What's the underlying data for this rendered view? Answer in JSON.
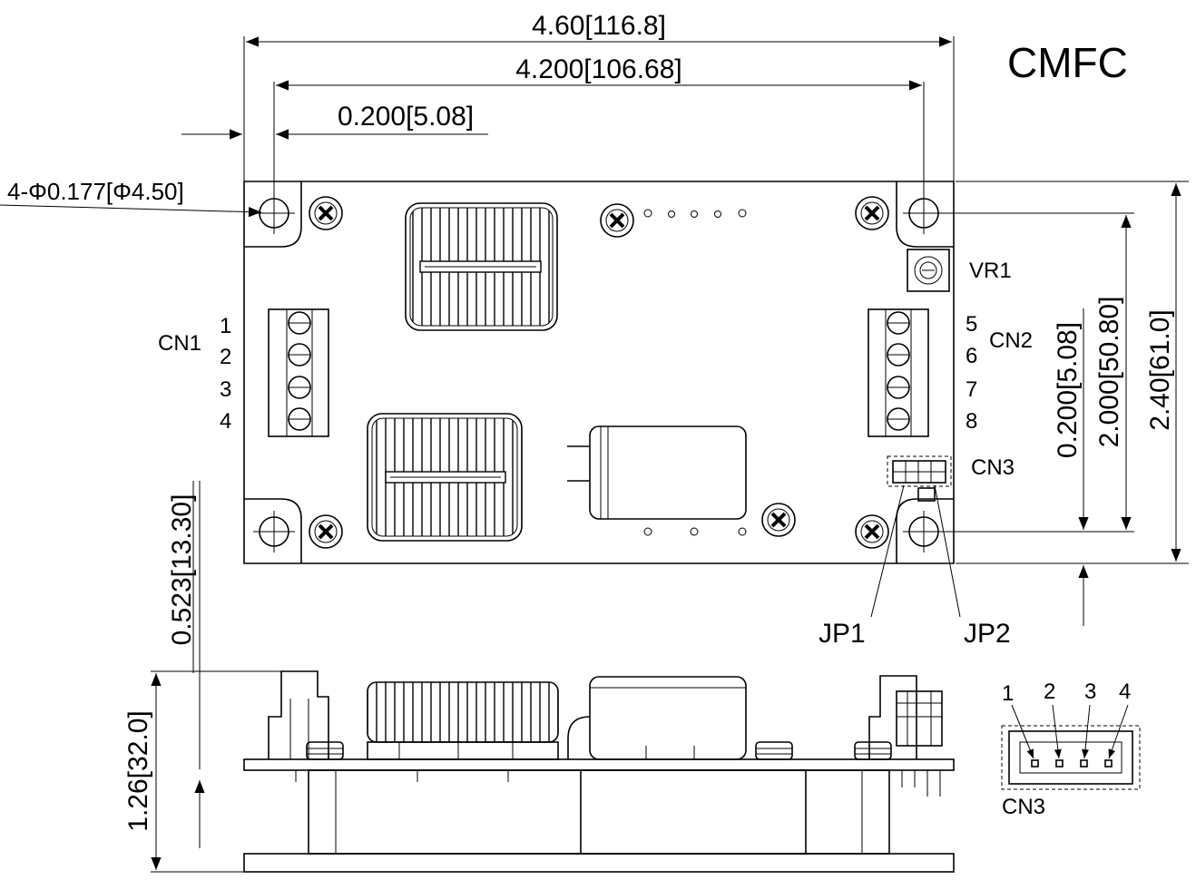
{
  "title": "CMFC",
  "dimensions": {
    "overall_width": "4.60[116.8]",
    "hole_spacing_x": "4.200[106.68]",
    "hole_offset_x": "0.200[5.08]",
    "hole_diameter": "4-Φ0.177[Φ4.50]",
    "hole_offset_y": "0.200[5.08]",
    "hole_spacing_y": "2.000[50.80]",
    "overall_height": "2.40[61.0]",
    "component_height": "0.523[13.30]",
    "total_height": "1.26[32.0]"
  },
  "labels": {
    "cn1": "CN1",
    "cn2": "CN2",
    "cn3": "CN3",
    "cn3_detail": "CN3",
    "vr1": "VR1",
    "jp1": "JP1",
    "jp2": "JP2"
  },
  "cn1_pins": [
    "1",
    "2",
    "3",
    "4"
  ],
  "cn2_pins": [
    "5",
    "6",
    "7",
    "8"
  ],
  "cn3_pins": [
    "1",
    "2",
    "3",
    "4"
  ]
}
